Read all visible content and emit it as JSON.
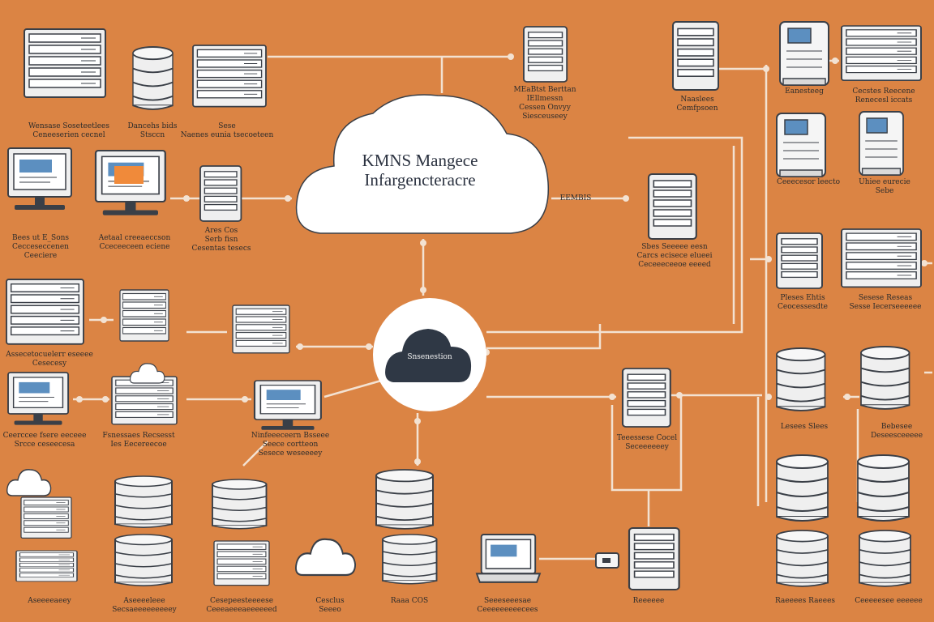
{
  "colors": {
    "background": "#DB8444",
    "line": "#F3E2D2",
    "device_fill": "#EFEFEF",
    "device_stroke": "#3A3F47",
    "screen_blue": "#5C8FC0",
    "accent_orange": "#F08A3A",
    "pill": "#2F3845"
  },
  "central_cloud": {
    "title_line1": "KMNS Mangece",
    "title_line2": "Infargencteracre"
  },
  "core_node": {
    "label": "Snsenestion"
  },
  "icons": [
    "server-rack-icon",
    "database-icon",
    "monitor-icon",
    "cloud-icon",
    "laptop-icon",
    "router-icon",
    "tower-server-icon"
  ],
  "labels": {
    "l01": [
      "Wensase Soseteetlees",
      "Ceneeserien cecnel"
    ],
    "l02": [
      "Dancehs bids",
      "Stsccn"
    ],
    "l03": [
      "Sese",
      "Naenes eunia tsecoeteen"
    ],
    "l04": [
      "MEaBtst Berttan",
      "IEllmessn",
      "Cessen Onvyy",
      "Siesceuseey"
    ],
    "l05": [
      "Naaslees",
      "Cemfpsoen"
    ],
    "l06": [
      "Eanesteeg"
    ],
    "l07": [
      "Cecstes Reecene",
      "Renecesl iccats"
    ],
    "l08": [
      "Bees ut E_Sons",
      "Cecceseccenen",
      "Ceeciere"
    ],
    "l09": [
      "Aetaal creeaeccson",
      "Cceceeceen eciene"
    ],
    "l10": [
      "Ares Cos",
      "Serb fisn",
      "Cesentas tesecs"
    ],
    "l11": [
      "EEMBIS"
    ],
    "l12": [
      "Ceeecesor leecto"
    ],
    "l13": [
      "Uhiee eurecie",
      "Sebe"
    ],
    "l14": [
      "Sbes Seeeee eesn",
      "Carcs ecisece elueei",
      "Ceceeeceeoe eeeed"
    ],
    "l15": [
      "Pleses Ehtis",
      "Ceocessesdte"
    ],
    "l16": [
      "Sesese Reseas",
      "Sesse Iecerseeeeee"
    ],
    "l17": [
      "Assecetocuelerr eseeee",
      "Cesecesy"
    ],
    "l18": [
      "Ceerccee fsere eeceee",
      "Srcce ceseecesa"
    ],
    "l19": [
      "Fsnessaes Recsesst",
      "Ies Eecereecoe"
    ],
    "l20": [
      "Ninfeeeceern Bsseee",
      "Seece cortteon",
      "Sesece weseeeey"
    ],
    "l21": [
      "Teeessese Cocel",
      "Seceeeeeey"
    ],
    "l22": [
      "Lesees Slees"
    ],
    "l23": [
      "Bebesee",
      "Deseesceeeee"
    ],
    "l24": [
      "Aseeeeaeey"
    ],
    "l25": [
      "Aseeeeleee",
      "Secsaeeeeeeeeey"
    ],
    "l26": [
      "Cesepeesteeeese",
      "Ceeeaeeeaeeeeeed"
    ],
    "l27": [
      "Cesclus",
      "Seeeo"
    ],
    "l28": [
      "Raaa COS"
    ],
    "l29": [
      "Seeeseeesae",
      "Ceeeeeeeeecees"
    ],
    "l30": [
      "Reeeeee"
    ],
    "l31": [
      "Raeeees Raeees"
    ],
    "l32": [
      "Ceeeeesee eeeeee"
    ]
  }
}
